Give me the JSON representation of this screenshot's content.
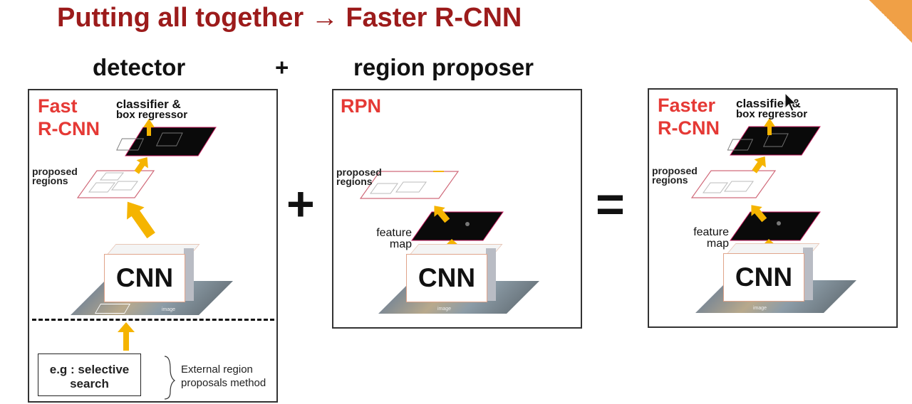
{
  "title": "Putting all together → Faster R-CNN",
  "columns": {
    "detector": "detector",
    "plus": "+",
    "region_proposer": "region proposer"
  },
  "operators": {
    "plus": "+",
    "equals": "="
  },
  "panels": {
    "fast_rcnn": {
      "title_line1": "Fast",
      "title_line2": "R-CNN",
      "classifier_line1": "classifier &",
      "classifier_line2": "box regressor",
      "proposed_line1": "proposed",
      "proposed_line2": "regions",
      "cnn": "CNN",
      "image": "image",
      "selective_search_line1": "e.g : selective",
      "selective_search_line2": "search",
      "external_line1": "External region",
      "external_line2": "proposals method"
    },
    "rpn": {
      "title": "RPN",
      "proposed_line1": "proposed",
      "proposed_line2": "regions",
      "feature_line1": "feature",
      "feature_line2": "map",
      "cnn": "CNN",
      "image": "image"
    },
    "faster_rcnn": {
      "title_line1": "Faster",
      "title_line2": "R-CNN",
      "classifier_line1": "classifier &",
      "classifier_line2": "box regressor",
      "proposed_line1": "proposed",
      "proposed_line2": "regions",
      "feature_line1": "feature",
      "feature_line2": "map",
      "cnn": "CNN",
      "image": "image"
    }
  },
  "colors": {
    "title": "#9c1b1b",
    "panel_title": "#e53935",
    "arrow": "#f5b400",
    "feature_map": "#0a0a0a",
    "proposal_outline": "#d06a7a"
  }
}
